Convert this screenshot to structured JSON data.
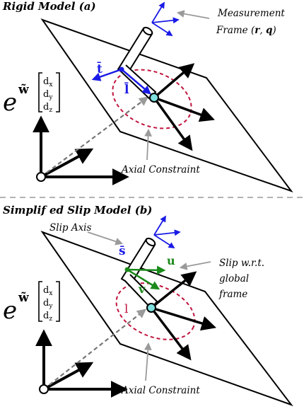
{
  "panel_a": {
    "title": "Rigid Model (a)",
    "measurement_frame_line1": "Measurement",
    "measurement_frame_line2_pre": "Frame (",
    "measurement_frame_r": "r",
    "measurement_frame_sep": ", ",
    "measurement_frame_q": "q",
    "measurement_frame_post": ")",
    "t_label": "t̄",
    "l_label": "l̄",
    "axial_constraint": "Axial Constraint"
  },
  "panel_b": {
    "title": "Simplif ed Slip Model (b)",
    "slip_axis": "Slip Axis",
    "s_label": "s̄",
    "u_label": "u",
    "v_label": "v",
    "l_label": "l",
    "slip_note_line1": "Slip w.r.t.",
    "slip_note_line2": "global",
    "slip_note_line3": "frame",
    "axial_constraint": "Axial Constraint"
  },
  "vector": {
    "e": "e",
    "w": "w̃",
    "dx": "d",
    "dx_sub": "x",
    "dy": "d",
    "dy_sub": "y",
    "dz": "d",
    "dz_sub": "z"
  },
  "colors": {
    "blue": "#1a1ae6",
    "green": "#1a8a1a",
    "crimson": "#c0143c",
    "cyan": "#7fe0e0",
    "gray": "#9a9a9a"
  }
}
